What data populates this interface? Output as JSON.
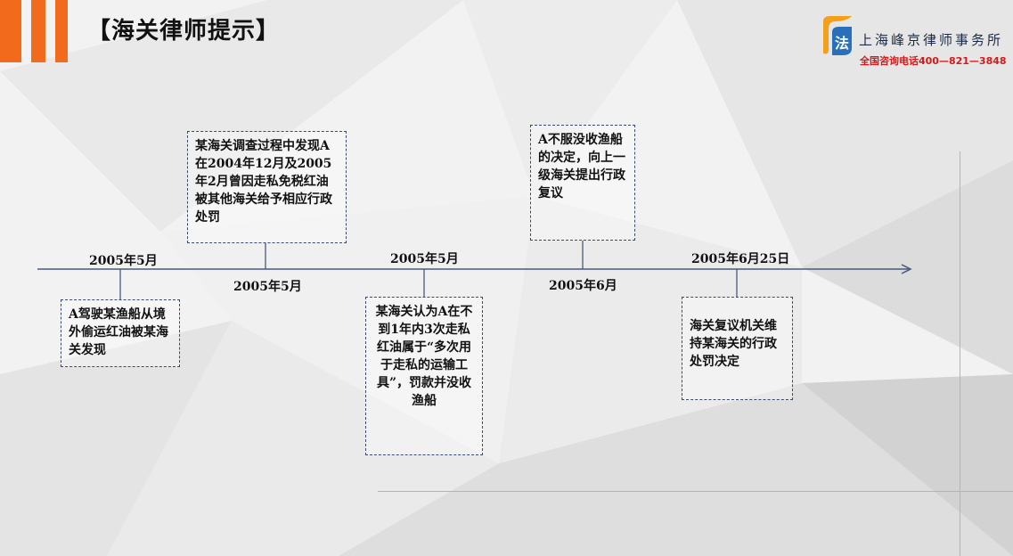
{
  "header": {
    "title": "【海关律师提示】"
  },
  "brand": {
    "logo_text": "上海峰京律师事务所",
    "hotline": "全国咨询电话400—821—3848",
    "accent_color": "#f26a1b",
    "hotline_color": "#d41a1a"
  },
  "timeline": {
    "events": [
      {
        "date": "2005年5月",
        "text": "A驾驶某渔船从境外偷运红油被某海关发现"
      },
      {
        "date": "2005年5月",
        "text": "某海关调查过程中发现A在2004年12月及2005年2月曾因走私免税红油被其他海关给予相应行政处罚"
      },
      {
        "date": "2005年5月",
        "text": "某海关认为A在不到1年内3次走私红油属于“多次用于走私的运输工具”，罚款并没收渔船"
      },
      {
        "date": "2005年6月",
        "text": "A不服没收渔船的决定，向上一级海关提出行政复议"
      },
      {
        "date": "2005年6月25日",
        "text": "海关复议机关维持某海关的行政处罚决定"
      }
    ]
  }
}
